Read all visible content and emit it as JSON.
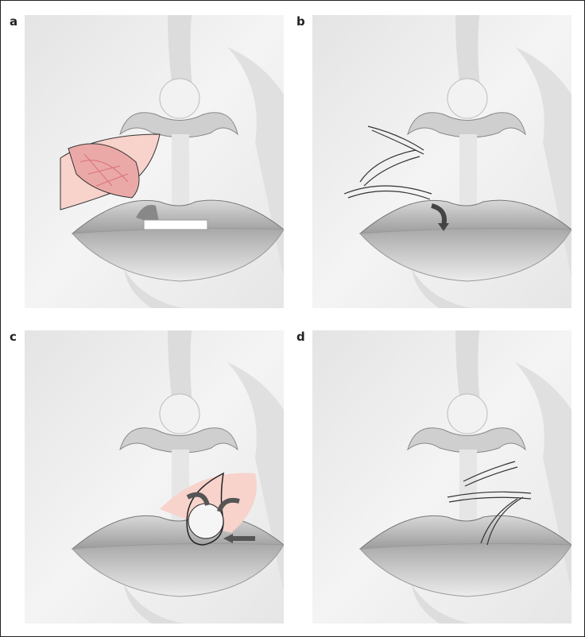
{
  "figure": {
    "panels": [
      {
        "label": "a"
      },
      {
        "label": "b"
      },
      {
        "label": "c"
      },
      {
        "label": "d"
      }
    ],
    "colors": {
      "flap": "#f7d3cc",
      "flap_vessels": "#d9707a",
      "background": "#e9e9e9",
      "lip": "#bdbdbd"
    }
  }
}
